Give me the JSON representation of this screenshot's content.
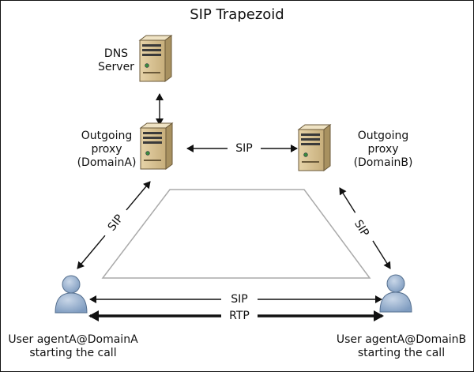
{
  "diagram": {
    "title": "SIP Trapezoid",
    "nodes": {
      "dns": {
        "label": [
          "DNS",
          "Server"
        ],
        "icon": "server-icon"
      },
      "proxy_a": {
        "label": [
          "Outgoing",
          "proxy",
          "(DomainA)"
        ],
        "icon": "server-icon"
      },
      "proxy_b": {
        "label": [
          "Outgoing",
          "proxy",
          "(DomainB)"
        ],
        "icon": "server-icon"
      },
      "user_a": {
        "label": [
          "User agentA@DomainA",
          "starting the call"
        ],
        "icon": "user-icon"
      },
      "user_b": {
        "label": [
          "User agentA@DomainB",
          "starting the call"
        ],
        "icon": "user-icon"
      }
    },
    "edges": {
      "proxy_to_proxy": "SIP",
      "user_a_to_proxy_a": "SIP",
      "proxy_b_to_user_b": "SIP",
      "user_to_user_signal": "SIP",
      "user_to_user_media": "RTP"
    },
    "colors": {
      "server_face": "#d6c094",
      "server_side": "#b29a68",
      "user_body": "#8ea8c7",
      "trapezoid": "#aaaaaa"
    }
  }
}
